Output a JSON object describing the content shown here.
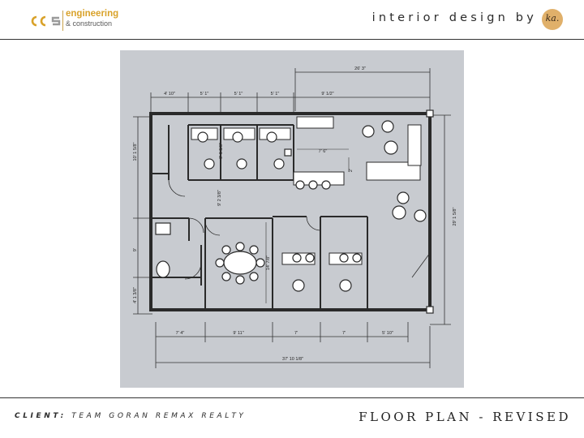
{
  "header": {
    "company_line1": "engineering",
    "company_line2": "& construction",
    "tagline": "interior design by",
    "badge_text": "ka."
  },
  "plan": {
    "dimensions": {
      "top_overall": "26' 3\"",
      "top_segments": [
        "4' 10\"",
        "5' 1\"",
        "5' 1\"",
        "5' 1\"",
        "9' 1/2\""
      ],
      "left_segments": [
        "10' 1 5/8\"",
        "9'",
        "4' 1 3/8\""
      ],
      "right_overall": "29' 1 5/8\"",
      "bottom_segments": [
        "7' 4\"",
        "9' 11\"",
        "7'",
        "7'",
        "5' 10\""
      ],
      "bottom_overall": "37' 10 1/8\"",
      "interior": [
        "9' 6 3/8\"",
        "9' 2 3/8\"",
        "7' 6\"",
        "2'",
        "14' 7/8\""
      ]
    }
  },
  "footer": {
    "client_label": "CLIENT:",
    "client_name": "TEAM GORAN REMAX REALTY",
    "title": "FLOOR PLAN - REVISED"
  },
  "colors": {
    "accent_gold": "#d9a22a",
    "panel_gray": "#c8cbd0",
    "text_dark": "#222222"
  }
}
